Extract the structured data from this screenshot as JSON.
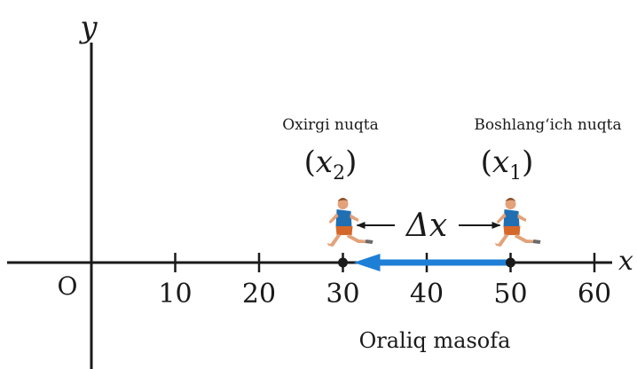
{
  "axes": {
    "y_label": "y",
    "x_label": "x",
    "origin_label": "O",
    "ticks": [
      "10",
      "20",
      "30",
      "40",
      "50",
      "60"
    ],
    "tick_values": [
      10,
      20,
      30,
      40,
      50,
      60
    ]
  },
  "points": {
    "final": {
      "caption": "Oxirgi nuqta",
      "symbol": "x",
      "subscript": "2",
      "value": 30
    },
    "initial": {
      "caption": "Boshlang‘ich nuqta",
      "symbol": "x",
      "subscript": "1",
      "value": 50
    }
  },
  "displacement": {
    "label": "Δx",
    "from": 50,
    "to": 30
  },
  "distance_label": "Oraliq masofa",
  "colors": {
    "axis": "#1a1a1a",
    "arrow": "#1e7fd6",
    "runner_shirt": "#1f6fb2",
    "runner_shorts": "#d6672a",
    "runner_skin": "#e3a27a"
  }
}
